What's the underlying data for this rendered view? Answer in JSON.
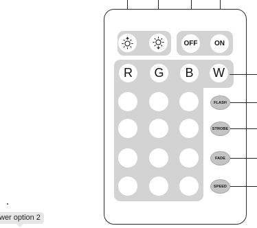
{
  "remote": {
    "brightness_buttons": [
      {
        "icon": "brightness-up-icon"
      },
      {
        "icon": "brightness-down-icon"
      }
    ],
    "power_buttons": [
      {
        "label": "OFF"
      },
      {
        "label": "ON"
      }
    ],
    "color_buttons": [
      {
        "label": "R"
      },
      {
        "label": "G"
      },
      {
        "label": "B"
      },
      {
        "label": "W"
      }
    ],
    "function_buttons": [
      {
        "label": "FLASH"
      },
      {
        "label": "STROBE"
      },
      {
        "label": "FADE"
      },
      {
        "label": "SPEED"
      }
    ]
  },
  "tooltip": {
    "text": "wer option 2"
  },
  "colors": {
    "panel": "#d3d3d3",
    "button": "#ffffff",
    "function_button": "#c4c4c4",
    "outline": "#2a2a2a"
  }
}
